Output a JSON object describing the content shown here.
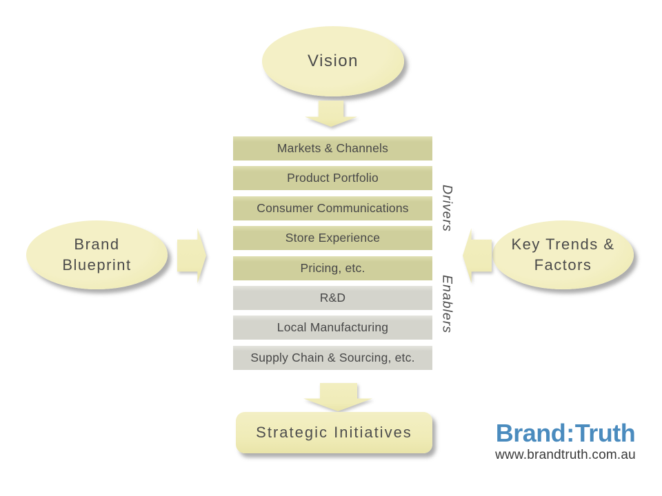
{
  "colors": {
    "pale_yellow": "#f0ecb8",
    "khaki_bar": "#cfcf9c",
    "gray_bar": "#d4d4cc",
    "text_dark": "#4a4a4a",
    "logo_blue": "#4a8bbe"
  },
  "diagram": {
    "vision": {
      "label": "Vision"
    },
    "brand_blueprint": {
      "line1": "Brand",
      "line2": "Blueprint"
    },
    "key_trends": {
      "line1": "Key Trends &",
      "line2": "Factors"
    },
    "group_labels": {
      "drivers": "Drivers",
      "enablers": "Enablers"
    },
    "bars": [
      {
        "label": "Markets & Channels",
        "group": "driver"
      },
      {
        "label": "Product Portfolio",
        "group": "driver"
      },
      {
        "label": "Consumer Communications",
        "group": "driver"
      },
      {
        "label": "Store Experience",
        "group": "driver"
      },
      {
        "label": "Pricing, etc.",
        "group": "driver"
      },
      {
        "label": "R&D",
        "group": "enabler"
      },
      {
        "label": "Local Manufacturing",
        "group": "enabler"
      },
      {
        "label": "Supply Chain & Sourcing, etc.",
        "group": "enabler"
      }
    ],
    "strategic_initiatives": {
      "label": "Strategic  Initiatives"
    }
  },
  "footer": {
    "logo": {
      "brand": "Brand",
      "separator": ":",
      "truth": "Truth"
    },
    "website": "www.brandtruth.com.au"
  }
}
